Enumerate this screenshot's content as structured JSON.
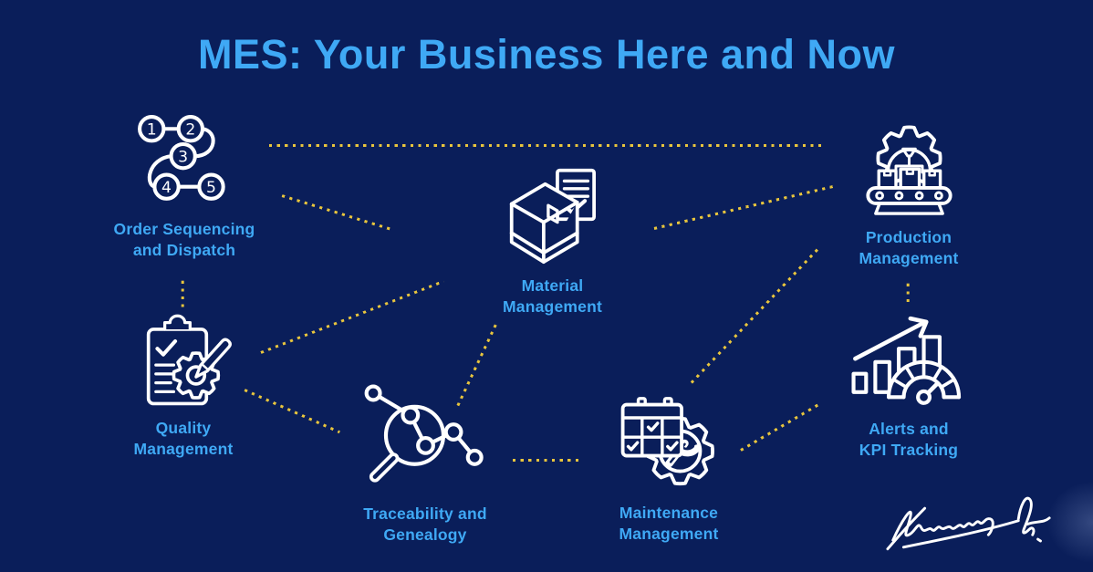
{
  "title": "MES: Your Business Here and Now",
  "colors": {
    "background": "#0a1e5a",
    "accent_blue": "#3fa9f5",
    "connector_gold": "#e8c53d",
    "icon_white": "#ffffff"
  },
  "order_numbers": [
    "1",
    "2",
    "3",
    "4",
    "5"
  ],
  "modules": [
    {
      "id": "order-sequencing-dispatch",
      "line1": "Order Sequencing",
      "line2": "and Dispatch",
      "icon": "numbered-steps-icon"
    },
    {
      "id": "material-management",
      "line1": "Material",
      "line2": "Management",
      "icon": "package-checklist-icon"
    },
    {
      "id": "production-management",
      "line1": "Production",
      "line2": "Management",
      "icon": "conveyor-gear-icon"
    },
    {
      "id": "quality-management",
      "line1": "Quality",
      "line2": "Management",
      "icon": "clipboard-gear-pencil-icon"
    },
    {
      "id": "traceability-genealogy",
      "line1": "Traceability and",
      "line2": "Genealogy",
      "icon": "network-magnifier-icon"
    },
    {
      "id": "maintenance-management",
      "line1": "Maintenance",
      "line2": "Management",
      "icon": "calendar-wrench-gear-icon"
    },
    {
      "id": "alerts-kpi-tracking",
      "line1": "Alerts and",
      "line2": "KPI Tracking",
      "icon": "chart-gauge-icon"
    }
  ]
}
